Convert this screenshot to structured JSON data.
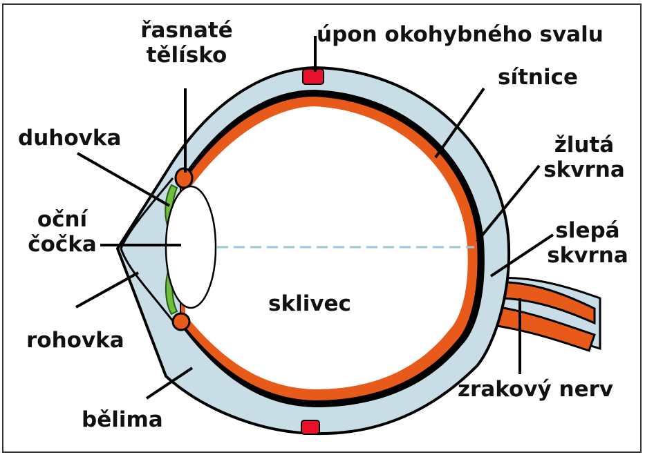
{
  "colors": {
    "sclera": "#c8dde6",
    "retina": "#e85a1a",
    "choroid": "#000000",
    "iris": "#6fbf3a",
    "muscle_insertion": "#e8102a",
    "vitreous_axis": "#9cc6da"
  },
  "labels": {
    "ciliary_body": [
      "řasnaté",
      "tělísko"
    ],
    "muscle_insertion": "úpon okohybného svalu",
    "retina": "sítnice",
    "macula": [
      "žlutá",
      "skvrna"
    ],
    "iris": "duhovka",
    "lens": [
      "oční",
      "čočka"
    ],
    "blind_spot": [
      "slepá",
      "skvrna"
    ],
    "vitreous": "sklivec",
    "cornea": "rohovka",
    "optic_nerve": "zrakový nerv",
    "sclera": "bělima"
  }
}
